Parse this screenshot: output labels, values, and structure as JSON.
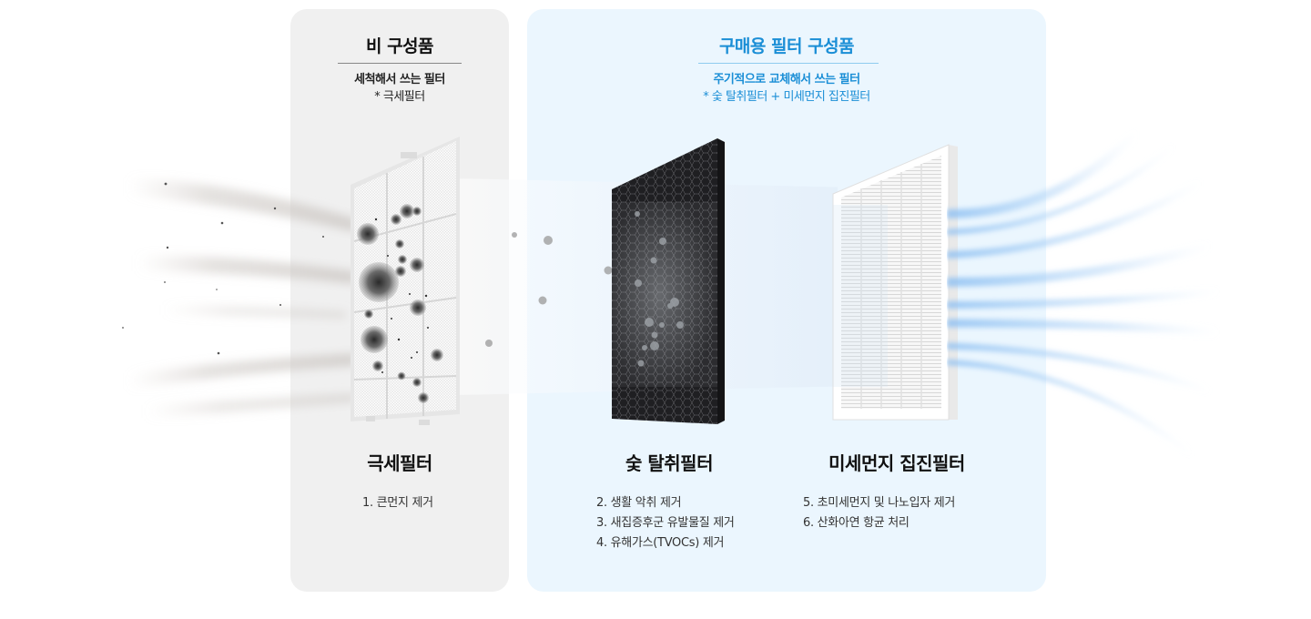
{
  "colors": {
    "accent_blue": "#1a8ed6",
    "panel_gray": "#f0f0f0",
    "panel_blue": "#ebf6fe",
    "carbon_black": "#1f1f22"
  },
  "sections": {
    "non_component": {
      "title": "비 구성품",
      "subtitle_line1": "세척해서 쓰는 필터",
      "subtitle_line2": "* 극세필터"
    },
    "purchase_component": {
      "title": "구매용 필터 구성품",
      "subtitle_line1": "주기적으로 교체해서 쓰는 필터",
      "subtitle_line2": "* 숯 탈취필터 + 미세먼지 집진필터"
    }
  },
  "filters": [
    {
      "name": "극세필터",
      "icon": "mesh-prefilter-image",
      "features": [
        "1. 큰먼지 제거"
      ]
    },
    {
      "name": "숯 탈취필터",
      "icon": "charcoal-deodorizing-filter-image",
      "features": [
        "2. 생활 악취 제거",
        "3. 새집증후군 유발물질 제거",
        "4. 유해가스(TVOCs) 제거"
      ]
    },
    {
      "name": "미세먼지 집진필터",
      "icon": "hepa-dust-filter-image",
      "features": [
        "5. 초미세먼지 및 나노입자 제거",
        "6. 산화아연 항균 처리"
      ]
    }
  ]
}
